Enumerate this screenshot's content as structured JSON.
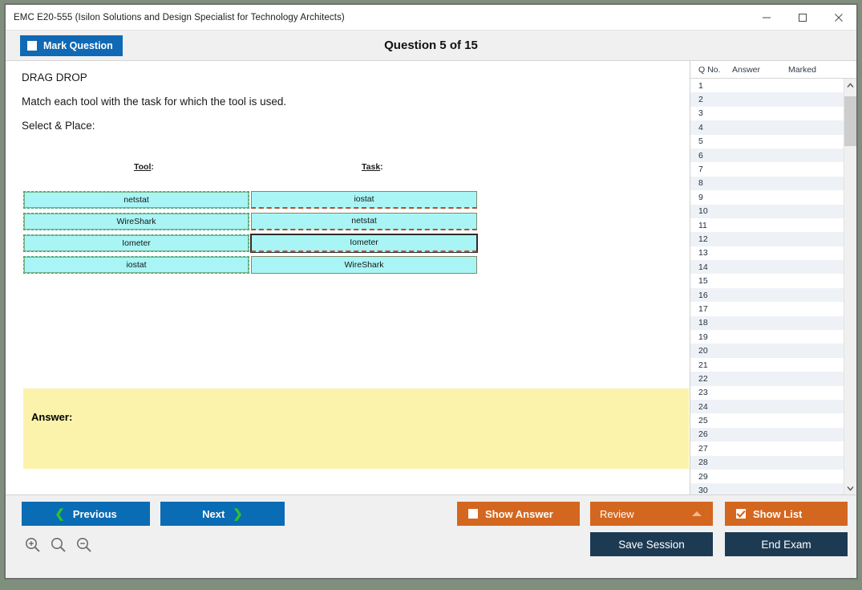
{
  "window": {
    "title": "EMC E20-555 (Isilon Solutions and Design Specialist for Technology Architects)",
    "minimize_icon": "minimize-icon",
    "maximize_icon": "maximize-icon",
    "close_icon": "close-icon"
  },
  "header": {
    "mark_question_label": "Mark Question",
    "mark_question_checked": false,
    "question_counter": "Question 5 of 15"
  },
  "question": {
    "type_label": "DRAG DROP",
    "prompt": "Match each tool with the task for which the tool is used.",
    "instruction": "Select & Place:",
    "tool_column_label": "Tool",
    "tool_column_suffix": ":",
    "task_column_label": "Task",
    "task_column_suffix": ":",
    "tools": [
      {
        "label": "netstat"
      },
      {
        "label": "WireShark"
      },
      {
        "label": "Iometer"
      },
      {
        "label": "iostat"
      }
    ],
    "tasks": [
      {
        "label": "iostat",
        "state": "dash-bottom"
      },
      {
        "label": "netstat",
        "state": "dash-bottom"
      },
      {
        "label": "Iometer",
        "state": "active"
      },
      {
        "label": "WireShark",
        "state": "normal"
      }
    ],
    "answer_label": "Answer:",
    "answer_value": ""
  },
  "qlist": {
    "columns": [
      "Q No.",
      "Answer",
      "Marked"
    ],
    "rows": [
      {
        "no": "1",
        "answer": "",
        "marked": ""
      },
      {
        "no": "2",
        "answer": "",
        "marked": ""
      },
      {
        "no": "3",
        "answer": "",
        "marked": ""
      },
      {
        "no": "4",
        "answer": "",
        "marked": ""
      },
      {
        "no": "5",
        "answer": "",
        "marked": ""
      },
      {
        "no": "6",
        "answer": "",
        "marked": ""
      },
      {
        "no": "7",
        "answer": "",
        "marked": ""
      },
      {
        "no": "8",
        "answer": "",
        "marked": ""
      },
      {
        "no": "9",
        "answer": "",
        "marked": ""
      },
      {
        "no": "10",
        "answer": "",
        "marked": ""
      },
      {
        "no": "11",
        "answer": "",
        "marked": ""
      },
      {
        "no": "12",
        "answer": "",
        "marked": ""
      },
      {
        "no": "13",
        "answer": "",
        "marked": ""
      },
      {
        "no": "14",
        "answer": "",
        "marked": ""
      },
      {
        "no": "15",
        "answer": "",
        "marked": ""
      },
      {
        "no": "16",
        "answer": "",
        "marked": ""
      },
      {
        "no": "17",
        "answer": "",
        "marked": ""
      },
      {
        "no": "18",
        "answer": "",
        "marked": ""
      },
      {
        "no": "19",
        "answer": "",
        "marked": ""
      },
      {
        "no": "20",
        "answer": "",
        "marked": ""
      },
      {
        "no": "21",
        "answer": "",
        "marked": ""
      },
      {
        "no": "22",
        "answer": "",
        "marked": ""
      },
      {
        "no": "23",
        "answer": "",
        "marked": ""
      },
      {
        "no": "24",
        "answer": "",
        "marked": ""
      },
      {
        "no": "25",
        "answer": "",
        "marked": ""
      },
      {
        "no": "26",
        "answer": "",
        "marked": ""
      },
      {
        "no": "27",
        "answer": "",
        "marked": ""
      },
      {
        "no": "28",
        "answer": "",
        "marked": ""
      },
      {
        "no": "29",
        "answer": "",
        "marked": ""
      },
      {
        "no": "30",
        "answer": "",
        "marked": ""
      }
    ],
    "scroll_up_icon": "chevron-up-icon",
    "scroll_down_icon": "chevron-down-icon"
  },
  "footer": {
    "previous_label": "Previous",
    "next_label": "Next",
    "show_answer_label": "Show Answer",
    "show_answer_checked": false,
    "review_label": "Review",
    "show_list_label": "Show List",
    "show_list_checked": true,
    "save_session_label": "Save Session",
    "end_exam_label": "End Exam",
    "zoom_in_icon": "zoom-in-icon",
    "zoom_reset_icon": "zoom-reset-icon",
    "zoom_out_icon": "zoom-out-icon"
  },
  "colors": {
    "accent_blue": "#0a6cb4",
    "accent_orange": "#d4671f",
    "navy": "#1d3a53",
    "answer_yellow": "#fbf3ab",
    "item_cyan": "#a9f5f5",
    "chevron_green": "#2fc12f"
  }
}
